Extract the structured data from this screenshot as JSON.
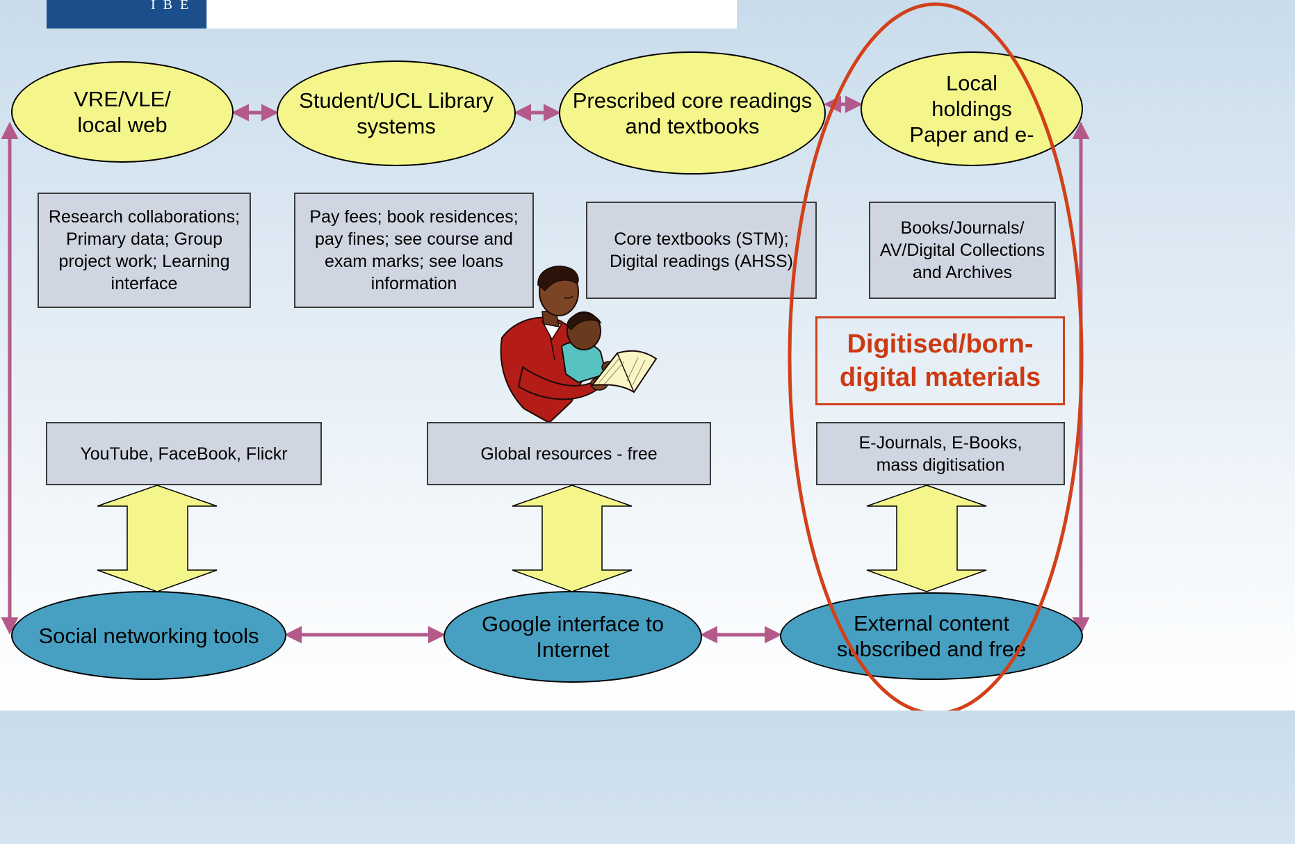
{
  "header": {
    "logo_text": "I B E",
    "logo_color": "#1d4e8c"
  },
  "colors": {
    "top_ovals": "#f4f68c",
    "bottom_ovals": "#47a0c2",
    "arrow_link": "#b45a8a",
    "highlight": "#d2401a",
    "box_fill": "#d0d6e1"
  },
  "top_ovals": [
    {
      "label": "VRE/VLE/\nlocal web"
    },
    {
      "label": "Student/UCL Library\nsystems"
    },
    {
      "label": "Prescribed core readings\nand textbooks"
    },
    {
      "label": "Local\nholdings\nPaper and e-"
    }
  ],
  "info_boxes": [
    {
      "label": "Research collaborations;\nPrimary data; Group\nproject work; Learning\ninterface"
    },
    {
      "label": "Pay fees; book residences;\npay fines; see course and\nexam marks; see loans\ninformation"
    },
    {
      "label": "Core textbooks (STM);\nDigital readings (AHSS)"
    },
    {
      "label": "Books/Journals/\nAV/Digital Collections\nand Archives"
    }
  ],
  "callout": {
    "label": "Digitised/born-\ndigital materials"
  },
  "resource_boxes": [
    {
      "label": "YouTube, FaceBook, Flickr"
    },
    {
      "label": "Global resources - free"
    },
    {
      "label": "E-Journals, E-Books,\nmass digitisation"
    }
  ],
  "bottom_ovals": [
    {
      "label": "Social networking tools"
    },
    {
      "label": "Google interface to\nInternet"
    },
    {
      "label": "External content\nsubscribed and free"
    }
  ],
  "illustration": {
    "icon": "father-reading-to-child-clipart"
  }
}
